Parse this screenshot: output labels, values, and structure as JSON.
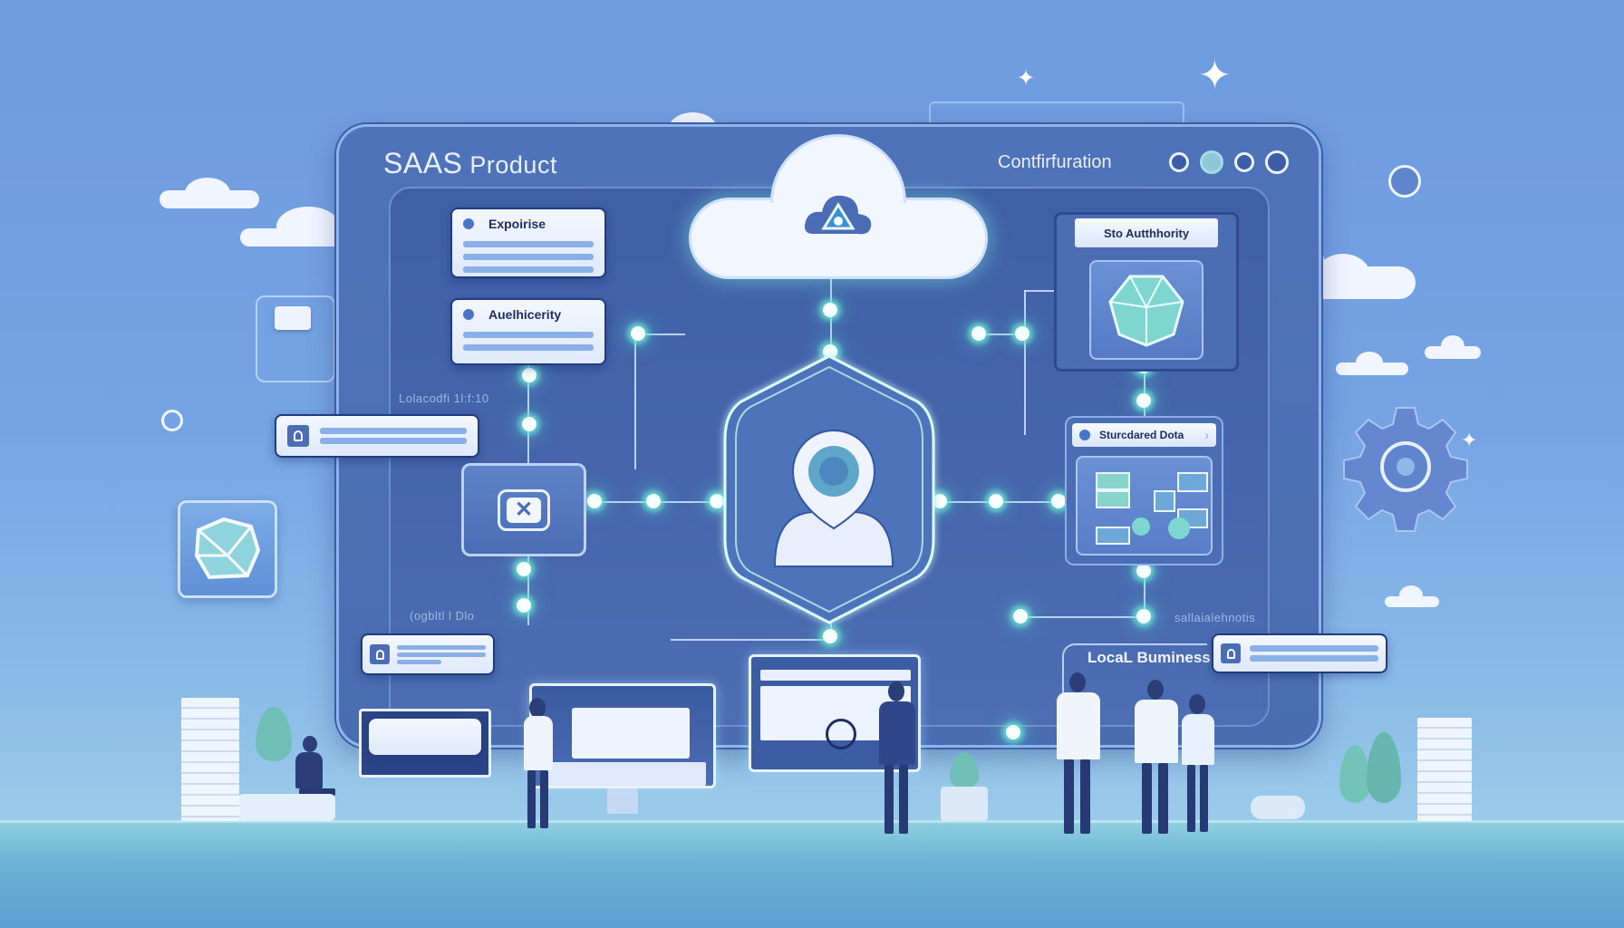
{
  "window": {
    "title_main": "SAAS",
    "title_sub": "Product",
    "config_title": "Contfirfuration",
    "header_icons": [
      "circle-icon",
      "lock-icon",
      "search-icon",
      "clock-icon"
    ]
  },
  "cards": {
    "expertise": {
      "title": "Expoirise"
    },
    "authenticity": {
      "title": "Auelhicerity"
    },
    "site_authority": {
      "title": "Sto Autthhority"
    },
    "structured_data": {
      "title": "Sturcdared Dota"
    },
    "local_business": {
      "title": "LocaL Buminess"
    }
  },
  "labels": {
    "left_mid": "Lolacodfi 1l:f:10",
    "left_bottom": "(ogbltl l Dlo",
    "right_bottom": "sallaialehnotis"
  },
  "center": {
    "cloud_icon": "alert-triangle-icon",
    "hub_icon": "user-location-icon",
    "mail_icon": "envelope-icon"
  },
  "colors": {
    "background": "#72a0e2",
    "panel": "#4a6db2",
    "accent_glow": "#6eebd7",
    "card": "#eef3fe",
    "text_dark": "#1e2e62"
  }
}
